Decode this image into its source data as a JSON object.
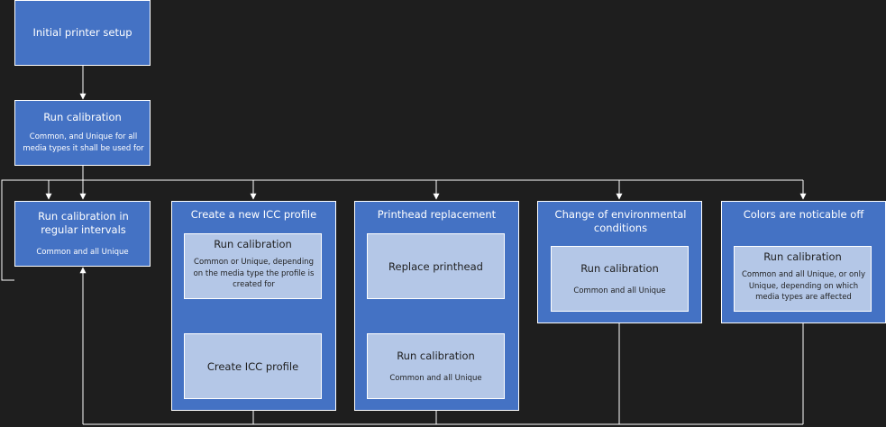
{
  "nodes": {
    "initial_setup": {
      "title": "Initial printer setup"
    },
    "run_calibration_initial": {
      "title": "Run calibration",
      "subtitle": "Common, and Unique for all media types it shall be used for"
    },
    "regular_intervals": {
      "title": "Run calibration in regular intervals",
      "subtitle": "Common and all Unique"
    },
    "new_icc": {
      "title": "Create a new ICC profile",
      "calibration": {
        "title": "Run calibration",
        "subtitle": "Common or Unique, depending on the media type the profile is created for"
      },
      "create": {
        "title": "Create ICC profile"
      }
    },
    "printhead": {
      "title": "Printhead replacement",
      "replace": {
        "title": "Replace printhead"
      },
      "calibration": {
        "title": "Run calibration",
        "subtitle": "Common and all Unique"
      }
    },
    "environment": {
      "title": "Change of environmental conditions",
      "calibration": {
        "title": "Run calibration",
        "subtitle": "Common and all Unique"
      }
    },
    "colors": {
      "title": "Colors are noticable off",
      "calibration": {
        "title": "Run calibration",
        "subtitle": "Common and all Unique, or only Unique, depending on which media types are affected"
      }
    }
  },
  "colors": {
    "background": "#1e1e1e",
    "box_fill": "#4472c4",
    "inner_fill": "#b4c7e7",
    "connector": "#ffffff"
  }
}
